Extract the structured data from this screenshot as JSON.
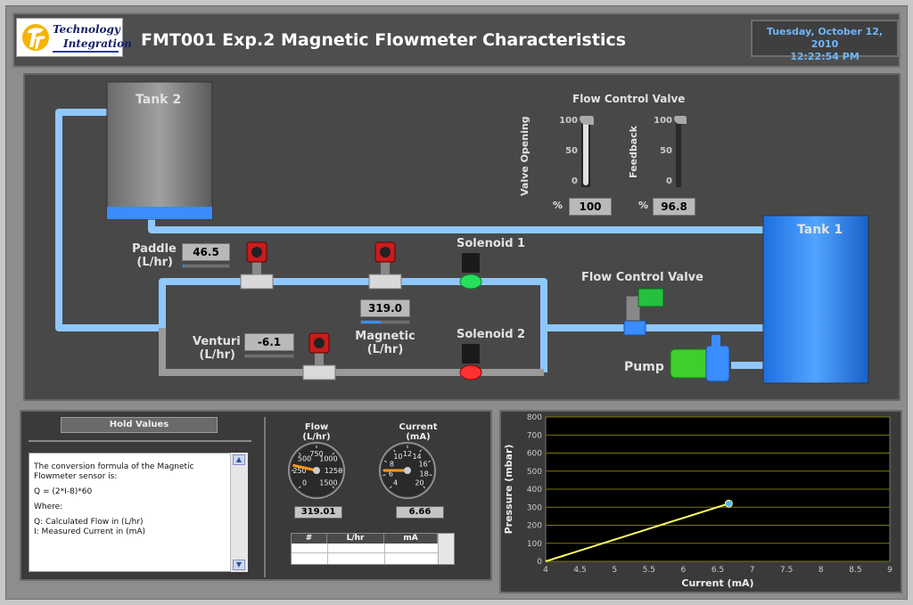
{
  "header": {
    "logo_line1": "Technology",
    "logo_line2": "Integration",
    "title": "FMT001 Exp.2 Magnetic Flowmeter Characteristics",
    "date": "Tuesday, October 12, 2010",
    "time": "12:22:54 PM"
  },
  "process": {
    "tank2_label": "Tank 2",
    "tank1_label": "Tank 1",
    "paddle_label_1": "Paddle",
    "paddle_label_2": "(L/hr)",
    "paddle_value": "46.5",
    "paddle_level": 0.04,
    "magnetic_label_1": "Magnetic",
    "magnetic_label_2": "(L/hr)",
    "magnetic_value": "319.0",
    "magnetic_level": 0.4,
    "venturi_label_1": "Venturi",
    "venturi_label_2": "(L/hr)",
    "venturi_value": "-6.1",
    "venturi_level": 0.02,
    "solenoid1_label": "Solenoid 1",
    "solenoid2_label": "Solenoid 2",
    "flow_control_valve_label": "Flow Control Valve",
    "pump_label": "Pump",
    "fcv_panel_title": "Flow Control Valve",
    "valve_opening_label": "Valve Opening",
    "feedback_label": "Feedback",
    "slider_ticks": [
      "100",
      "50",
      "0"
    ],
    "valve_opening_value": "100",
    "valve_opening_level": 1.0,
    "feedback_value": "96.8",
    "feedback_level": 0.968,
    "percent_unit": "%"
  },
  "controls": {
    "hold_values_label": "Hold Values",
    "formula_text": [
      "The conversion formula of the Magnetic Flowmeter sensor is:",
      "Q = (2*I-8)*60",
      "Where:",
      "Q: Calculated Flow in (L/hr)\nI: Measured Current in (mA)"
    ]
  },
  "gauges": {
    "flow_title_1": "Flow",
    "flow_title_2": "(L/hr)",
    "flow_ticks": [
      "0",
      "250",
      "500",
      "750",
      "1000",
      "1250",
      "1500"
    ],
    "flow_value": "319.01",
    "flow_numeric": 319.01,
    "flow_min": 0,
    "flow_max": 1500,
    "current_title_1": "Current",
    "current_title_2": "(mA)",
    "current_ticks": [
      "4",
      "6",
      "8",
      "10",
      "12",
      "14",
      "16",
      "18",
      "20"
    ],
    "current_value": "6.66",
    "current_numeric": 6.66,
    "current_min": 4,
    "current_max": 20
  },
  "table": {
    "headers": [
      "#",
      "L/hr",
      "mA"
    ]
  },
  "colors": {
    "pipe": "#8ec8ff",
    "tank_blue": "#3a8cff",
    "solenoid1": "#25e05a",
    "solenoid2": "#ff3030",
    "trace": "#ffff66"
  },
  "chart_data": {
    "type": "line",
    "xlabel": "Current (mA)",
    "ylabel": "Pressure (mbar)",
    "xlim": [
      4,
      9
    ],
    "ylim": [
      0,
      800
    ],
    "x_ticks": [
      "4",
      "4.5",
      "5",
      "5.5",
      "6",
      "6.5",
      "7",
      "7.5",
      "8",
      "8.5",
      "9"
    ],
    "y_ticks": [
      "0",
      "100",
      "200",
      "300",
      "400",
      "500",
      "600",
      "700",
      "800"
    ],
    "grid": "horizontal",
    "series": [
      {
        "x": [
          4.0,
          6.66
        ],
        "y": [
          0,
          320
        ]
      }
    ]
  }
}
